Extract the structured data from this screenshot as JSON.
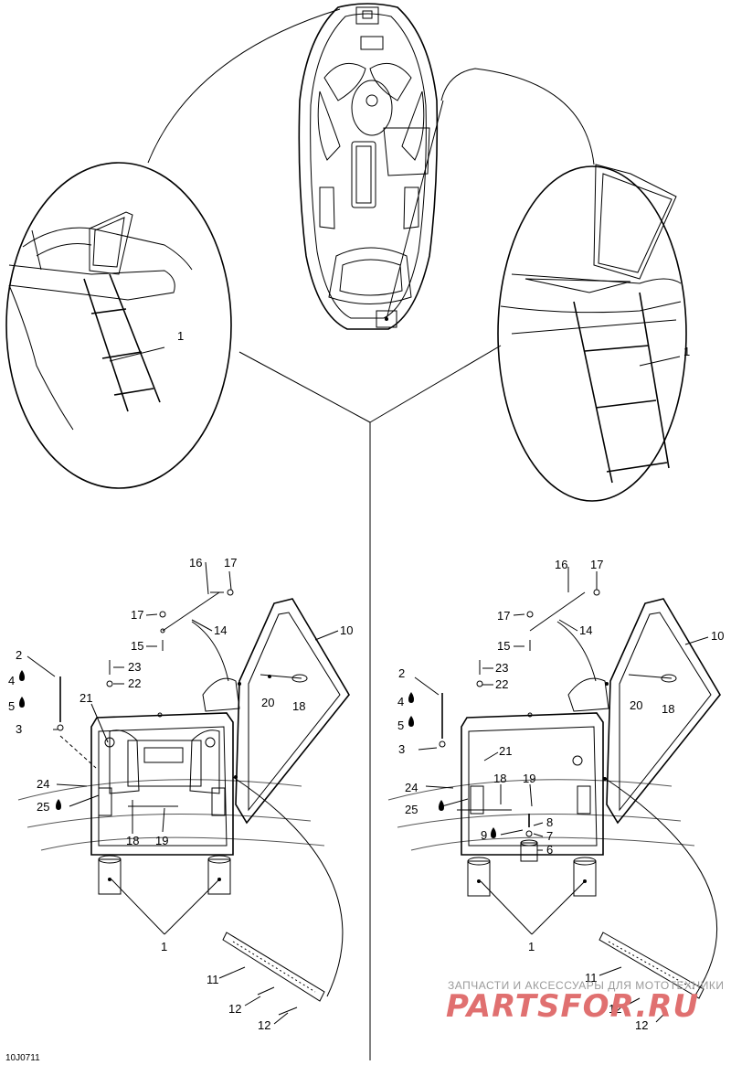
{
  "drawing_code": "10J0711",
  "watermark": {
    "line1": "ЗАПЧАСТИ И АКСЕССУАРЫ ДЛЯ МОТОТЕХНИКИ",
    "line2": "PARTSFOR.RU"
  },
  "top_left_callouts": [
    "1"
  ],
  "top_right_callouts": [
    "1"
  ],
  "left_callouts": [
    "16",
    "17",
    "17",
    "14",
    "15",
    "10",
    "2",
    "23",
    "22",
    "4",
    "5",
    "21",
    "20",
    "18",
    "3",
    "24",
    "25",
    "18",
    "19",
    "1",
    "11",
    "12",
    "12"
  ],
  "right_callouts": [
    "16",
    "17",
    "17",
    "14",
    "15",
    "10",
    "2",
    "23",
    "22",
    "4",
    "5",
    "20",
    "18",
    "3",
    "21",
    "24",
    "18",
    "19",
    "25",
    "8",
    "9",
    "7",
    "6",
    "1",
    "11",
    "12",
    "12"
  ]
}
